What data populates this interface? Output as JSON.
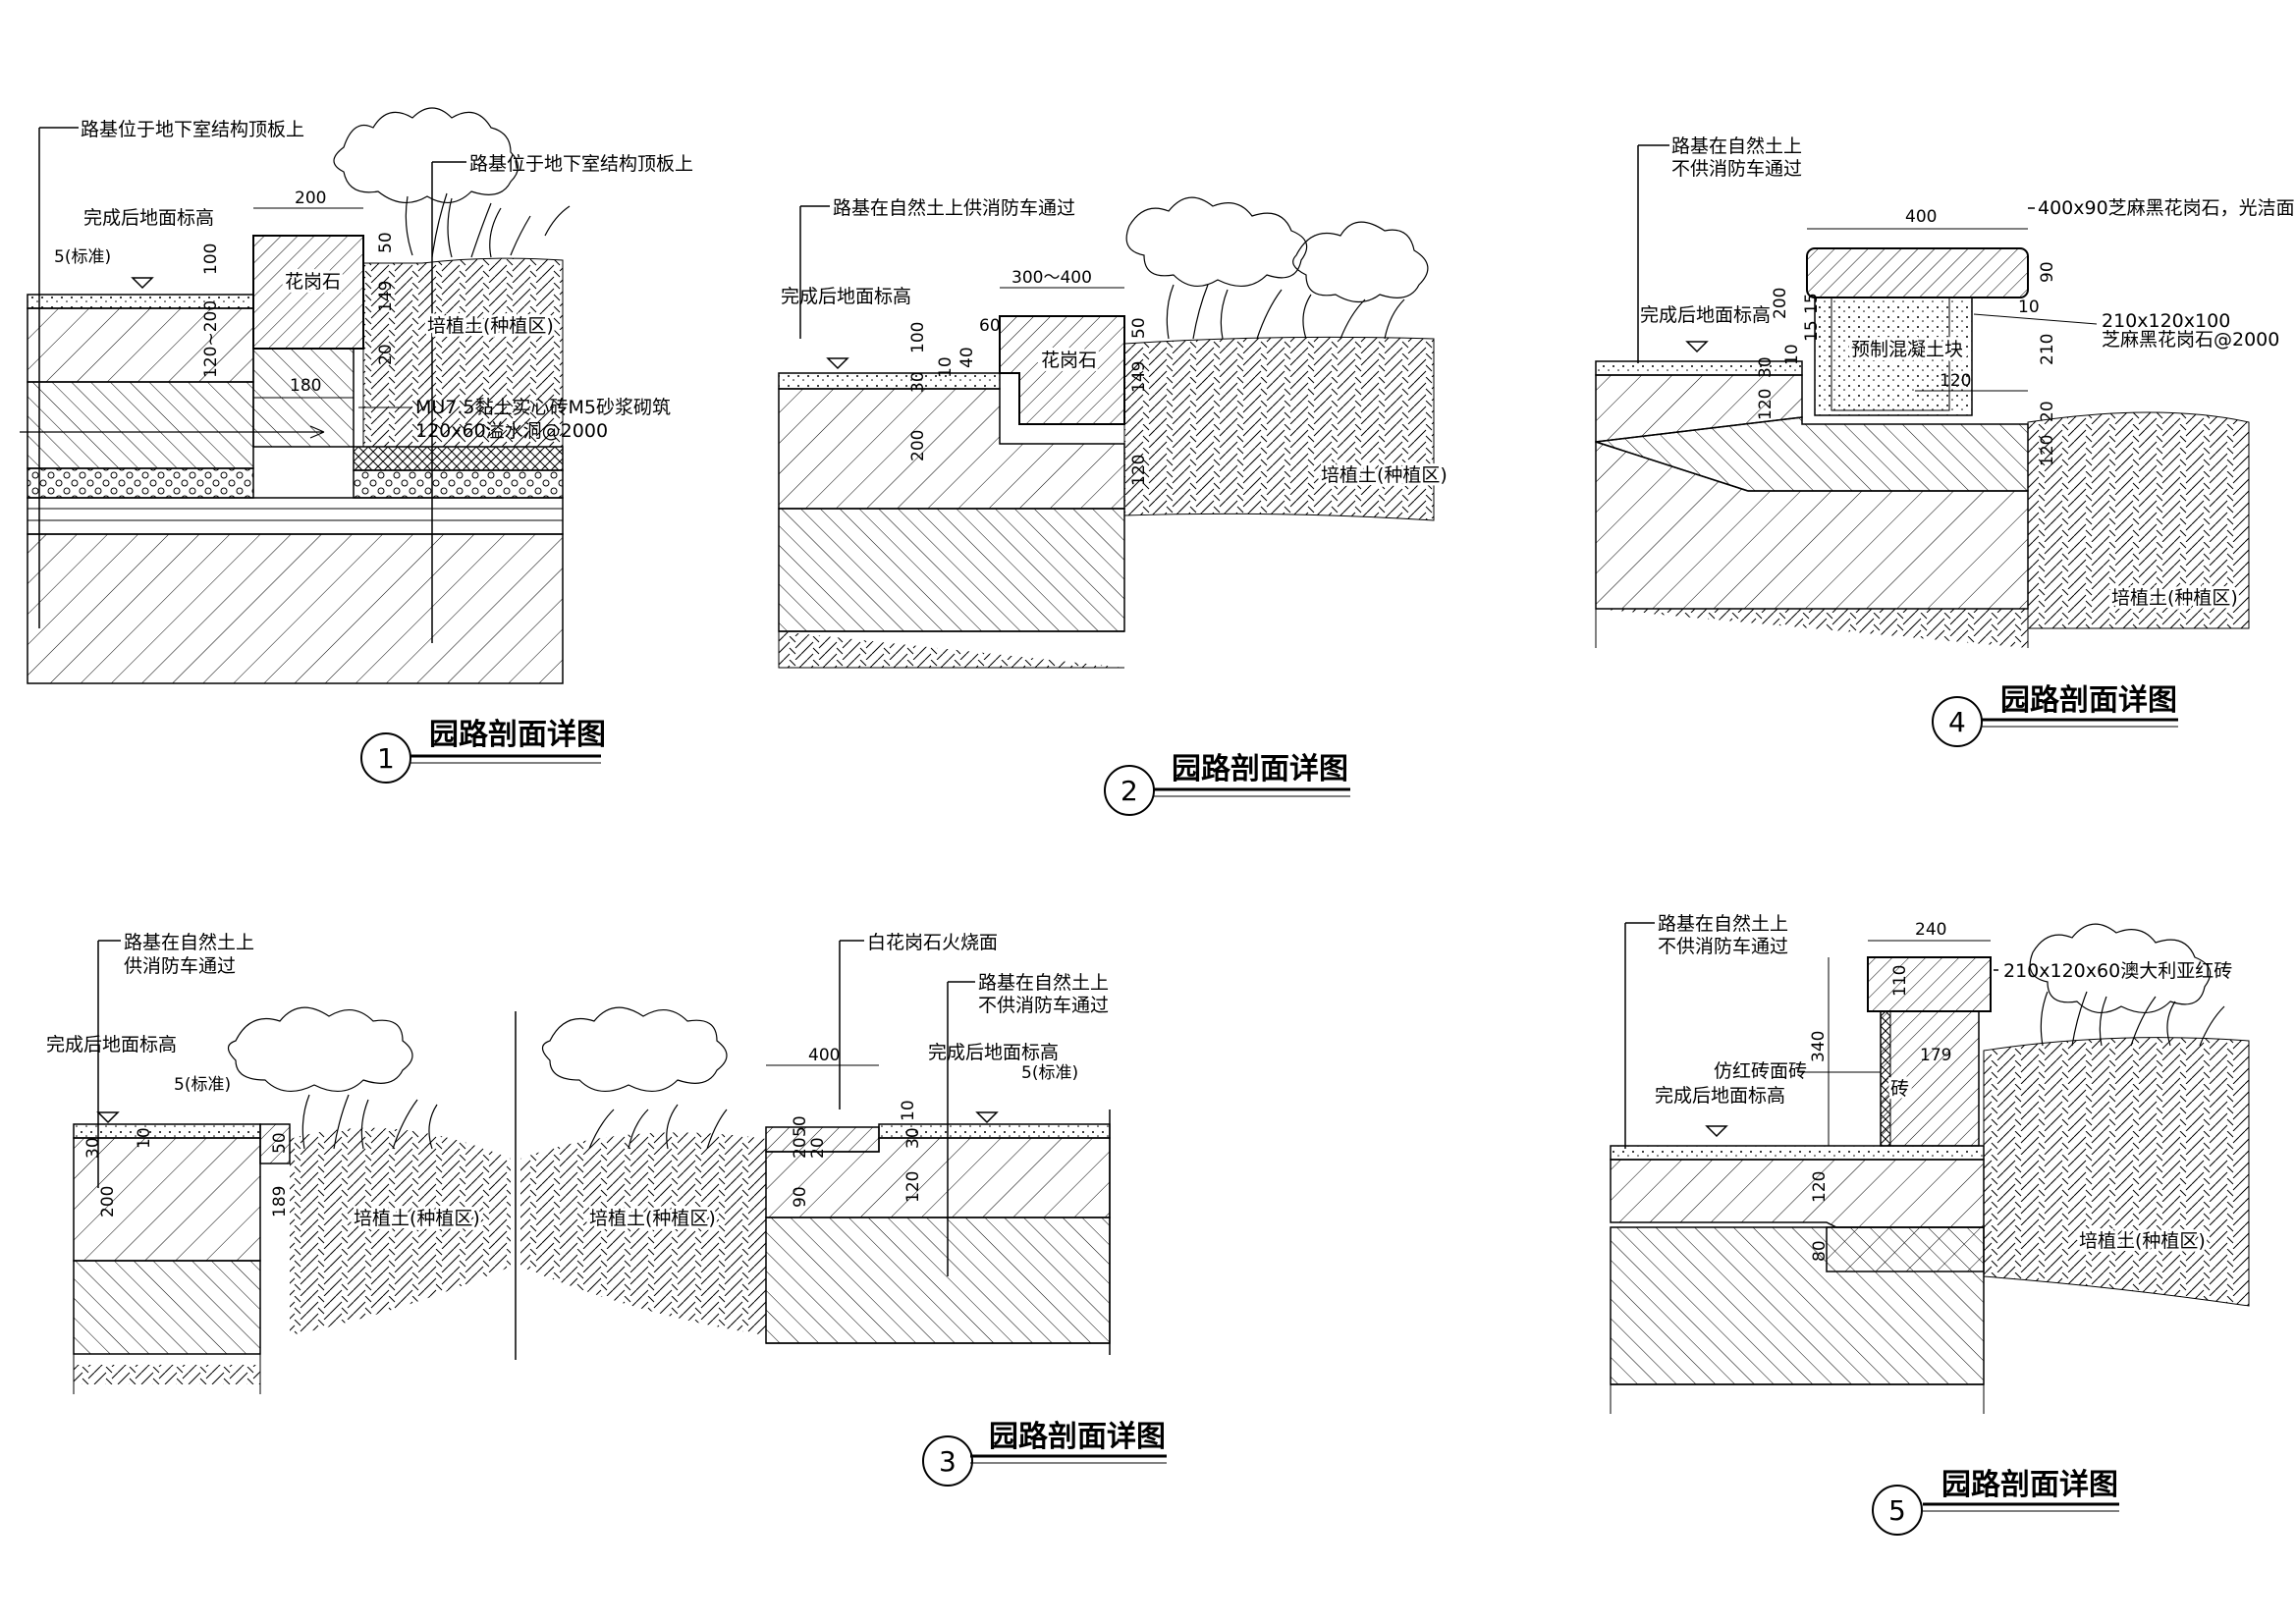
{
  "drawings": [
    {
      "id": "1",
      "title": "园路剖面详图",
      "number": "1",
      "notes": {
        "subgrade_left": "路基位于地下室结构顶板上",
        "subgrade_right": "路基位于地下室结构顶板上",
        "finished_level": "完成后地面标高",
        "standard": "5(标准)",
        "granite": "花岗石",
        "planting_soil": "培植土(种植区)",
        "brick_wall": "MU7.5黏土实心砖M5砂浆砌筑",
        "weep_hole": "120x60溢水洞@2000"
      },
      "dims": [
        "200",
        "100",
        "50",
        "149",
        "120~200",
        "20",
        "180"
      ]
    },
    {
      "id": "2",
      "title": "园路剖面详图",
      "number": "2",
      "notes": {
        "subgrade": "路基在自然土上供消防车通过",
        "finished_level": "完成后地面标高",
        "granite": "花岗石",
        "planting_soil": "培植土(种植区)"
      },
      "dims": [
        "300～400",
        "60",
        "100",
        "40",
        "30",
        "10",
        "50",
        "149",
        "200",
        "120"
      ]
    },
    {
      "id": "3",
      "title": "园路剖面详图",
      "number": "3",
      "notes": {
        "subgrade_left": "路基在自然土上",
        "subgrade_left2": "供消防车通过",
        "finished_level_left": "完成后地面标高",
        "standard_left": "5(标准)",
        "planting_soil_1": "培植土(种植区)",
        "planting_soil_2": "培植土(种植区)",
        "stone": "白花岗石火烧面",
        "subgrade_right": "路基在自然土上",
        "subgrade_right2": "不供消防车通过",
        "finished_level_right": "完成后地面标高",
        "standard_right": "5(标准)"
      },
      "dims": [
        "30",
        "10",
        "50",
        "200",
        "189",
        "400",
        "20",
        "50",
        "30",
        "10",
        "90",
        "20",
        "120"
      ]
    },
    {
      "id": "4",
      "title": "园路剖面详图",
      "number": "4",
      "notes": {
        "subgrade": "路基在自然土上",
        "subgrade2": "不供消防车通过",
        "finished_level": "完成后地面标高",
        "cap_stone": "400x90芝麻黑花岗石，光洁面",
        "edge_stone": "210x120x100",
        "edge_stone2": "芝麻黑花岗石@2000",
        "precast": "预制混凝土块",
        "planting_soil": "培植土(种植区)"
      },
      "dims": [
        "400",
        "90",
        "200",
        "15",
        "15",
        "10",
        "210",
        "30",
        "10",
        "120",
        "120",
        "20",
        "120"
      ]
    },
    {
      "id": "5",
      "title": "园路剖面详图",
      "number": "5",
      "notes": {
        "subgrade": "路基在自然土上",
        "subgrade2": "不供消防车通过",
        "brick_cap": "210x120x60澳大利亚红砖",
        "tile": "仿红砖面砖",
        "finished_level": "完成后地面标高",
        "brick": "砖",
        "planting_soil": "培植土(种植区)"
      },
      "dims": [
        "240",
        "110",
        "340",
        "179",
        "120",
        "80"
      ]
    }
  ]
}
